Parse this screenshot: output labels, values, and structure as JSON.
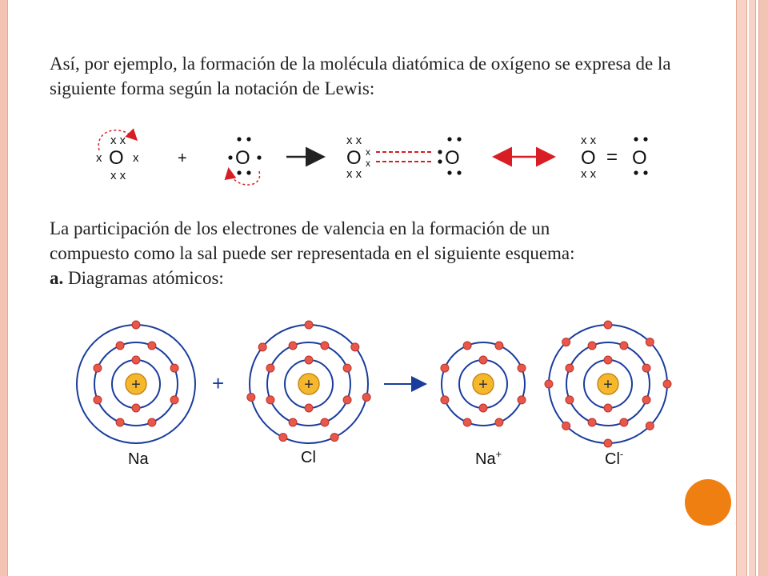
{
  "paragraph1": "Así, por ejemplo, la formación de la molécula diatómica de oxígeno se expresa de la siguiente forma según la notación de Lewis:",
  "paragraph2": {
    "line1": "La participación de los electrones de valencia en la formación de un",
    "line2": "compuesto como la sal puede ser representada en el siguiente esquema:",
    "item_letter": "a.",
    "item_text": " Diagramas atómicos:"
  },
  "lewis": {
    "symbol": "O",
    "cross_pair": "x x",
    "cross": "x",
    "plus": "+",
    "double_bond": "="
  },
  "atoms": {
    "plus_sign": "+",
    "labels": [
      "Na",
      "Cl",
      "Na",
      "Cl"
    ],
    "superscripts": [
      "+",
      "-"
    ]
  },
  "colors": {
    "electron": "#e8584a",
    "orbit": "#1a3d9c",
    "nucleus": "#f5b82c",
    "red_arrow": "#d81e24",
    "accent_dot": "#f07f12"
  }
}
